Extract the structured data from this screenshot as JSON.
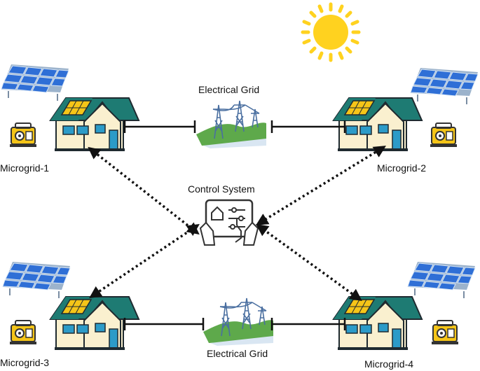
{
  "labels": {
    "grid_top": "Electrical Grid",
    "grid_bottom": "Electrical Grid",
    "control": "Control System",
    "mg1": "Microgrid-1",
    "mg2": "Microgrid-2",
    "mg3": "Microgrid-3",
    "mg4": "Microgrid-4"
  },
  "icons": {
    "sun": "sun-icon",
    "solar_panel": "solar-panel-icon",
    "generator": "generator-icon",
    "house": "house-icon",
    "grid": "power-tower-icon",
    "control": "tablet-control-icon"
  },
  "colors": {
    "sun": "#FFD21F",
    "panel": "#2F6FD6",
    "panel_frame": "#9CB3CC",
    "roof": "#1E7B73",
    "roof_solar": "#F5C518",
    "wall": "#FAF0CF",
    "window": "#2C9BC8",
    "generator": "#F5C518",
    "grass": "#5EA94B",
    "line": "#111111"
  }
}
